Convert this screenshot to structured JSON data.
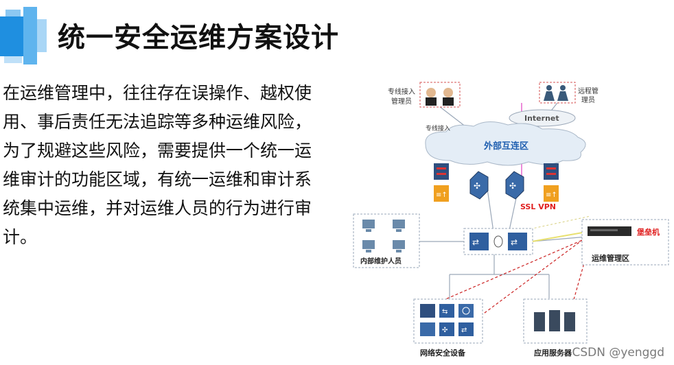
{
  "title": "统一安全运维方案设计",
  "paragraph_lines": [
    "在运维管理中，往往存在误操作、越权使",
    "用、事后责任无法追踪等多种运维风险，",
    "为了规避这些风险，需要提供一个统一运",
    "维审计的功能区域，有统一运维和审计系",
    "统集中运维，并对运维人员的行为进行审",
    "计。"
  ],
  "diagram": {
    "dedicated_admin_line1": "专线接入",
    "dedicated_admin_line2": "管理员",
    "remote_admin_line1": "远程管",
    "remote_admin_line2": "理员",
    "internet": "Internet",
    "dedicated_access": "专线接入",
    "external_zone": "外部互连区",
    "ssl_vpn": "SSL VPN",
    "bastion": "堡垒机",
    "ops_zone": "运维管理区",
    "internal_staff": "内部维护人员",
    "security_devices": "网络安全设备",
    "app_servers": "应用服务器"
  },
  "watermark": "CSDN @yenggd",
  "colors": {
    "title_accent": "#1f8fe0",
    "zone_label": "#1f5fb0",
    "bastion_label": "#e02020",
    "vpn_label": "#e02020",
    "vpn_line": "#e040c0",
    "bastion_line": "#e8e070",
    "dashed_red": "#cc2222"
  }
}
